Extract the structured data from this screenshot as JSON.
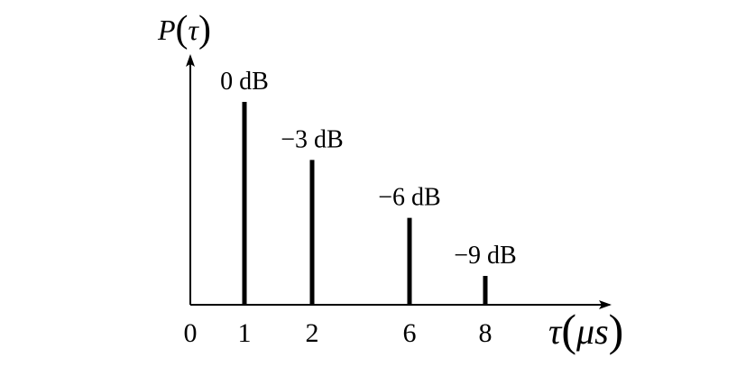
{
  "chart_data": {
    "type": "bar",
    "title": "",
    "ylabel": "P(τ)",
    "xlabel": "τ (μs)",
    "x_ticks": [
      "0",
      "1",
      "2",
      "6",
      "8"
    ],
    "x_tick_values": [
      0,
      1,
      2,
      6,
      8
    ],
    "x": [
      1,
      2,
      6,
      8
    ],
    "values_db": [
      0,
      -3,
      -6,
      -9
    ],
    "data_labels": [
      "0 dB",
      "−3 dB",
      "−6 dB",
      "−9 dB"
    ],
    "y_scale": "dB",
    "grid": false,
    "legend": "none",
    "bar_color": "#000000"
  }
}
